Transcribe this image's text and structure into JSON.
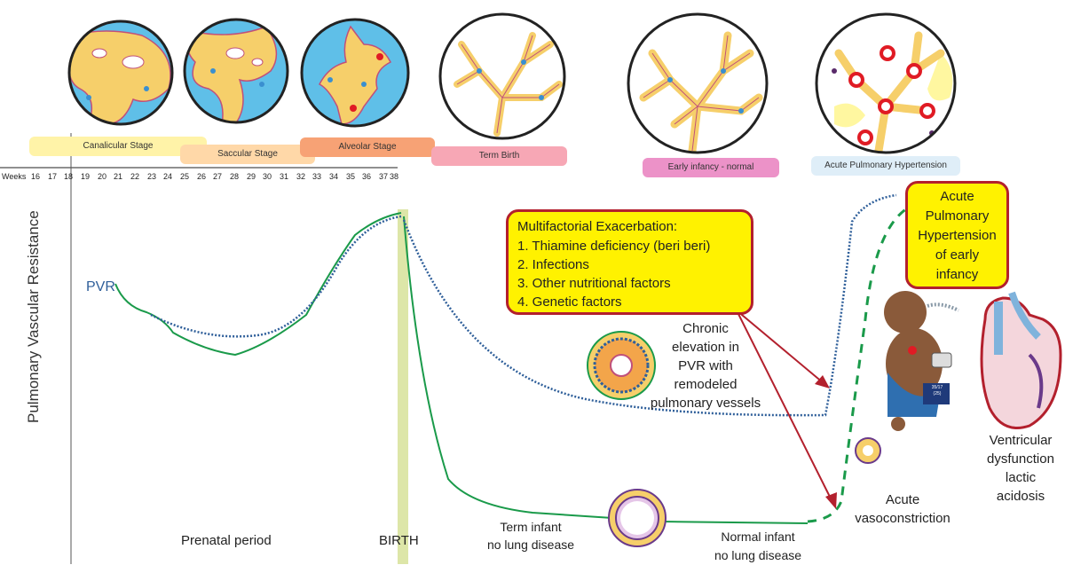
{
  "stages": {
    "canalicular": "Canalicular Stage",
    "saccular": "Saccular Stage",
    "alveolar": "Alveolar Stage",
    "term": "Term Birth",
    "early": "Early infancy - normal",
    "acute_ph": "Acute Pulmonary Hypertension"
  },
  "weeks": {
    "label": "Weeks",
    "ticks": [
      "16",
      "17",
      "18",
      "19",
      "20",
      "21",
      "22",
      "23",
      "24",
      "25",
      "26",
      "27",
      "28",
      "29",
      "30",
      "31",
      "32",
      "33",
      "34",
      "35",
      "36",
      "37",
      "38"
    ]
  },
  "axis": {
    "ylabel": "Pulmonary Vascular Resistance",
    "pvr": "PVR"
  },
  "exacerbation": {
    "title": "Multifactorial Exacerbation:",
    "items": [
      "1. Thiamine deficiency (beri beri)",
      "2. Infections",
      "3. Other nutritional factors",
      "4. Genetic factors"
    ]
  },
  "acute_box": [
    "Acute",
    "Pulmonary",
    "Hypertension",
    "of early",
    "infancy"
  ],
  "chronic": [
    "Chronic",
    "elevation in",
    "PVR with",
    "remodeled",
    "pulmonary vessels"
  ],
  "labels": {
    "prenatal": "Prenatal period",
    "birth": "BIRTH",
    "term_infant": [
      "Term infant",
      "no lung disease"
    ],
    "normal_infant": [
      "Normal infant",
      "no lung disease"
    ],
    "acute_vaso": [
      "Acute",
      "vasoconstriction"
    ],
    "ventricular": [
      "Ventricular",
      "dysfunction",
      "lactic",
      "acidosis"
    ],
    "monitor": [
      "35/17",
      "(25)"
    ]
  },
  "colors": {
    "green": "#1a9a4a",
    "blue_dotted": "#2f5f9a",
    "red_arrow": "#b3202d",
    "yellow_box": "#fff200",
    "birth_band": "#dde6a8",
    "lung_bg": "#5fbfe8",
    "lung_tissue": "#f6cf6a"
  },
  "icons": [
    "lung-histology-icon",
    "vessel-cross-section-icon",
    "infant-illustration-icon",
    "heart-anatomy-icon",
    "monitor-icon"
  ]
}
